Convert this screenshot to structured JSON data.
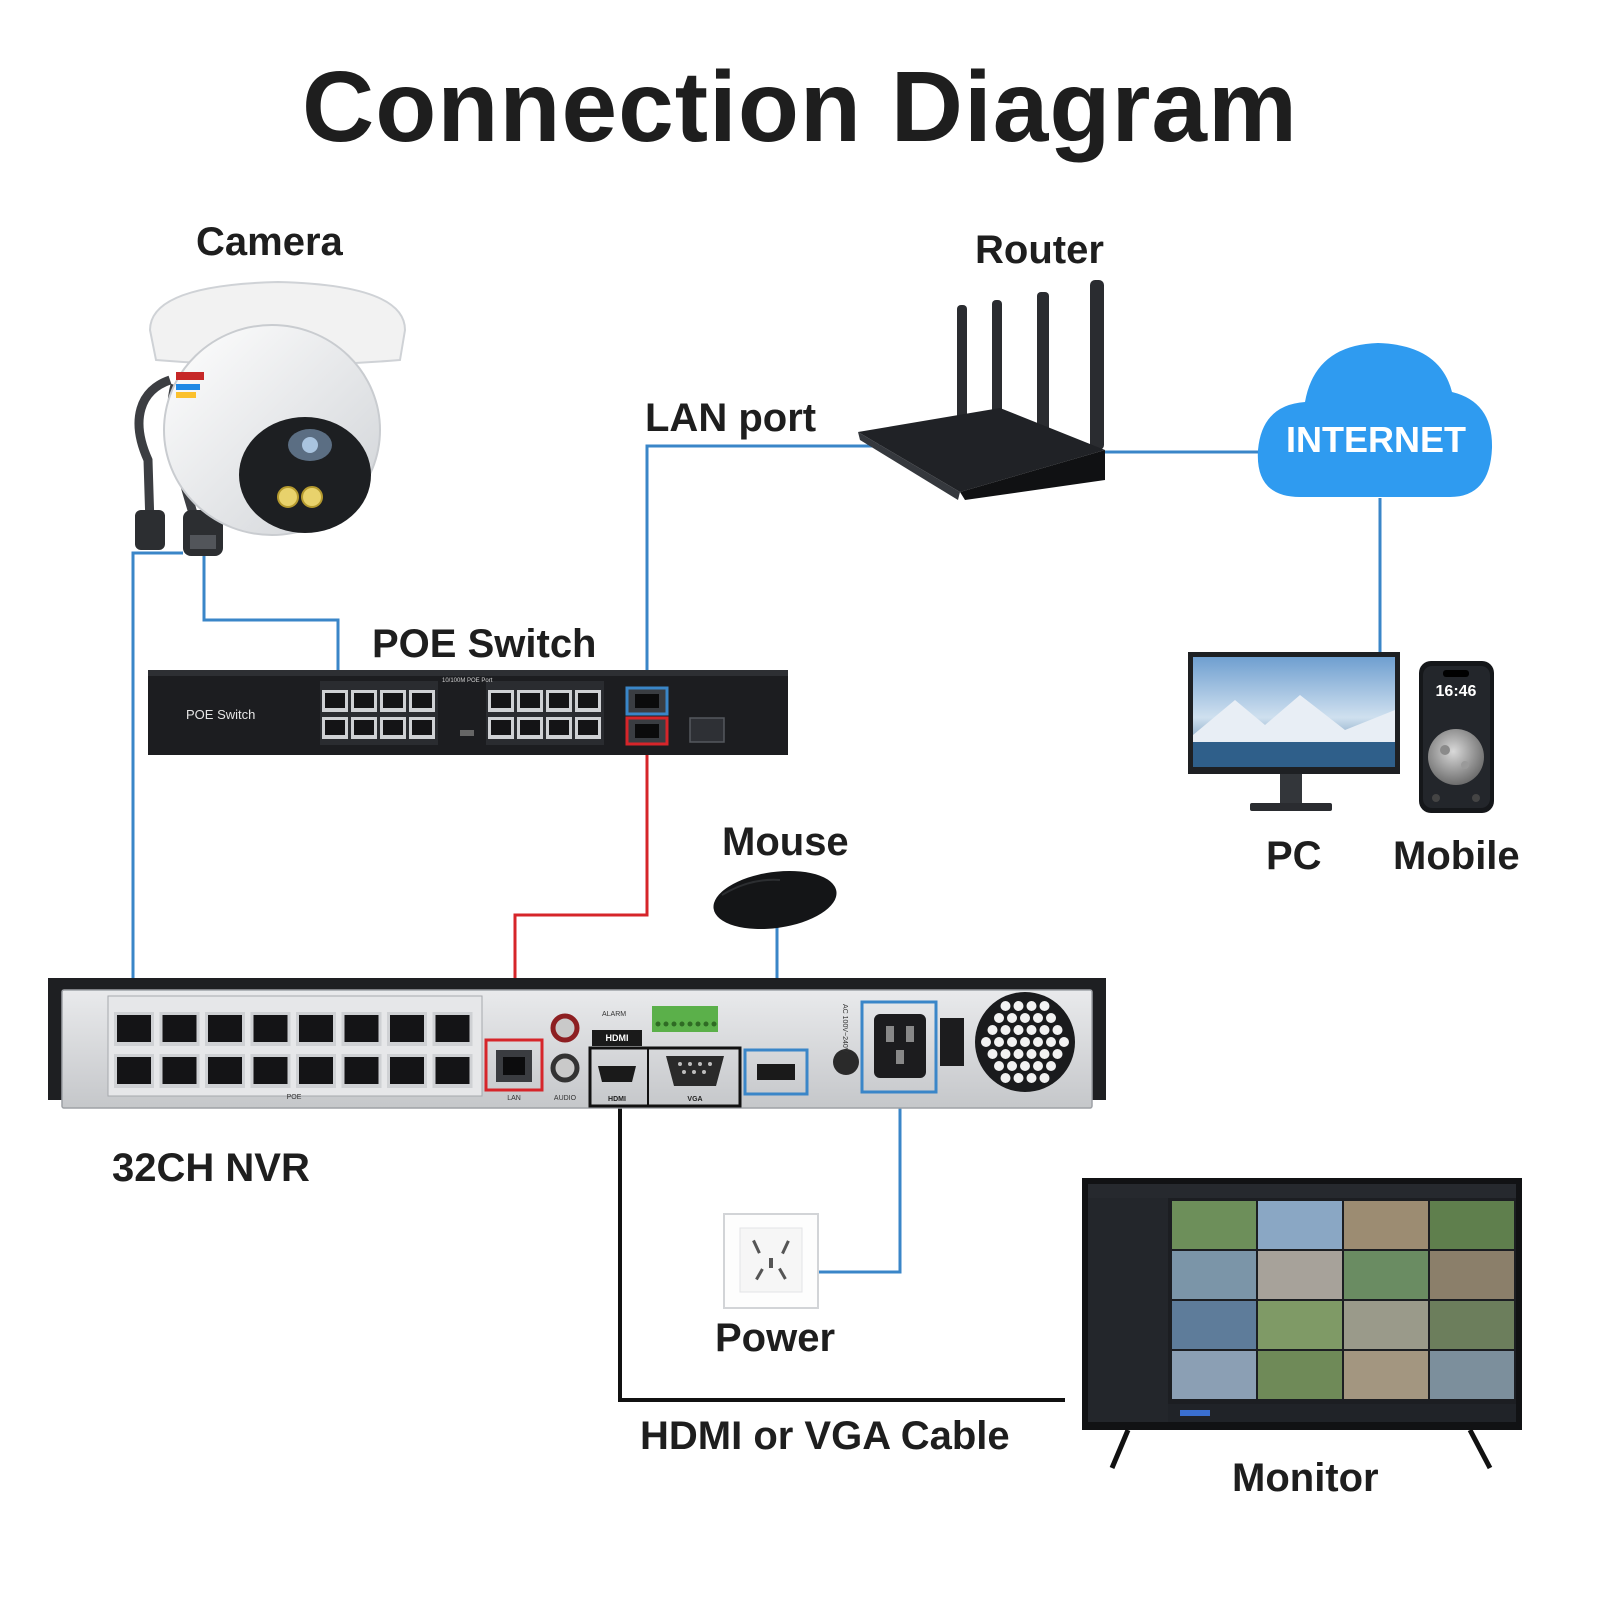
{
  "title": "Connection Diagram",
  "labels": {
    "camera": "Camera",
    "router": "Router",
    "lan_port": "LAN port",
    "internet": "INTERNET",
    "poe_switch": "POE Switch",
    "mouse": "Mouse",
    "pc": "PC",
    "mobile": "Mobile",
    "nvr": "32CH NVR",
    "power": "Power",
    "cable": "HDMI or VGA Cable",
    "monitor": "Monitor"
  },
  "devices": {
    "switch_panel_label": "POE Switch",
    "switch_port_caption": "10/100M POE Port",
    "phone_time": "16:46",
    "nvr_ports": {
      "poe": "POE",
      "lan": "LAN",
      "audio": "AUDIO",
      "hdmi": "HDMI",
      "vga": "VGA",
      "alarm": "ALARM",
      "power_rating": "AC 100V~240V"
    }
  },
  "colors": {
    "ethernet_cable": "#3a86c8",
    "nvr_lan_cable": "#d6252a",
    "video_cable": "#111111",
    "cloud": "#2f9bf0",
    "highlight_blue": "#3a86c8",
    "highlight_red": "#d6252a"
  }
}
